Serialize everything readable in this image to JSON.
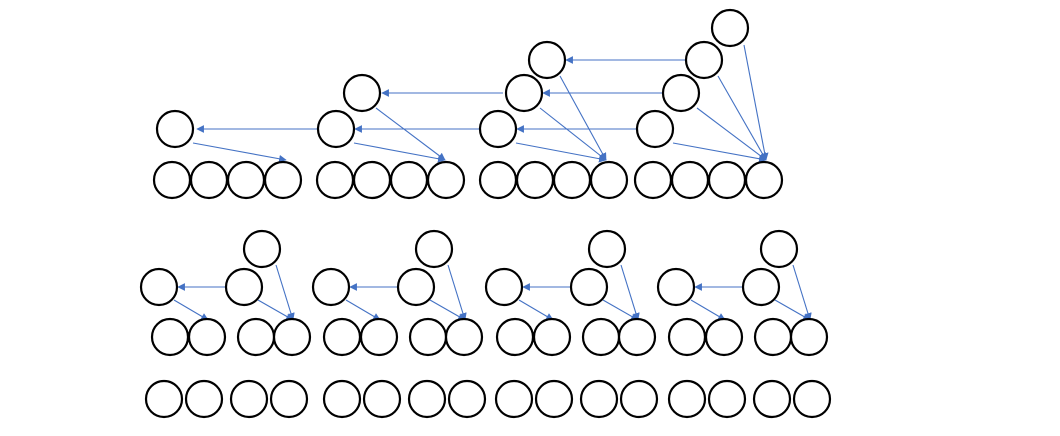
{
  "colors": {
    "background": "#ffffff",
    "node_stroke": "#000000",
    "node_fill": "#ffffff",
    "arrow": "#4472c4"
  },
  "rows": [
    {
      "role": "top",
      "groups": 4
    },
    {
      "role": "middle",
      "groups": 4
    },
    {
      "role": "bottom",
      "groups": 4
    }
  ]
}
